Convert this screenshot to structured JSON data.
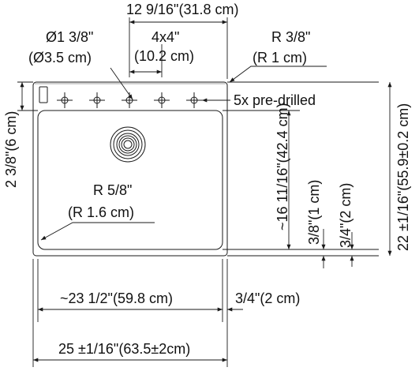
{
  "labels": {
    "top_width": "12 9/16\"(31.8 cm)",
    "hole_dia_top": "Ø1 3/8\"",
    "hole_dia_bottom": "(Ø3.5 cm)",
    "hole_spacing_top": "4x4\"",
    "hole_spacing_bottom": "(10.2 cm)",
    "corner_radius_top": "R 3/8\"",
    "corner_radius_bottom": "(R 1 cm)",
    "pre_drilled": "5x pre-drilled",
    "deck_depth": "2 3/8\"(6 cm)",
    "bowl_depth": "~16 11/16\"(42.4 cm)",
    "overall_depth": "22 ±1/16\"(55.9±0.2 cm)",
    "front_offset": "3/8\"(1 cm)",
    "front_lip": "3/4\"(2 cm)",
    "bowl_radius_top": "R 5/8\"",
    "bowl_radius_bottom": "(R 1.6 cm)",
    "bowl_width": "~23 1/2\"(59.8 cm)",
    "side_lip": "3/4\"(2 cm)",
    "overall_width": "25 ±1/16\"(63.5±2cm)"
  },
  "colors": {
    "line": "#1a1a1a",
    "text": "#111111",
    "background": "#ffffff"
  }
}
